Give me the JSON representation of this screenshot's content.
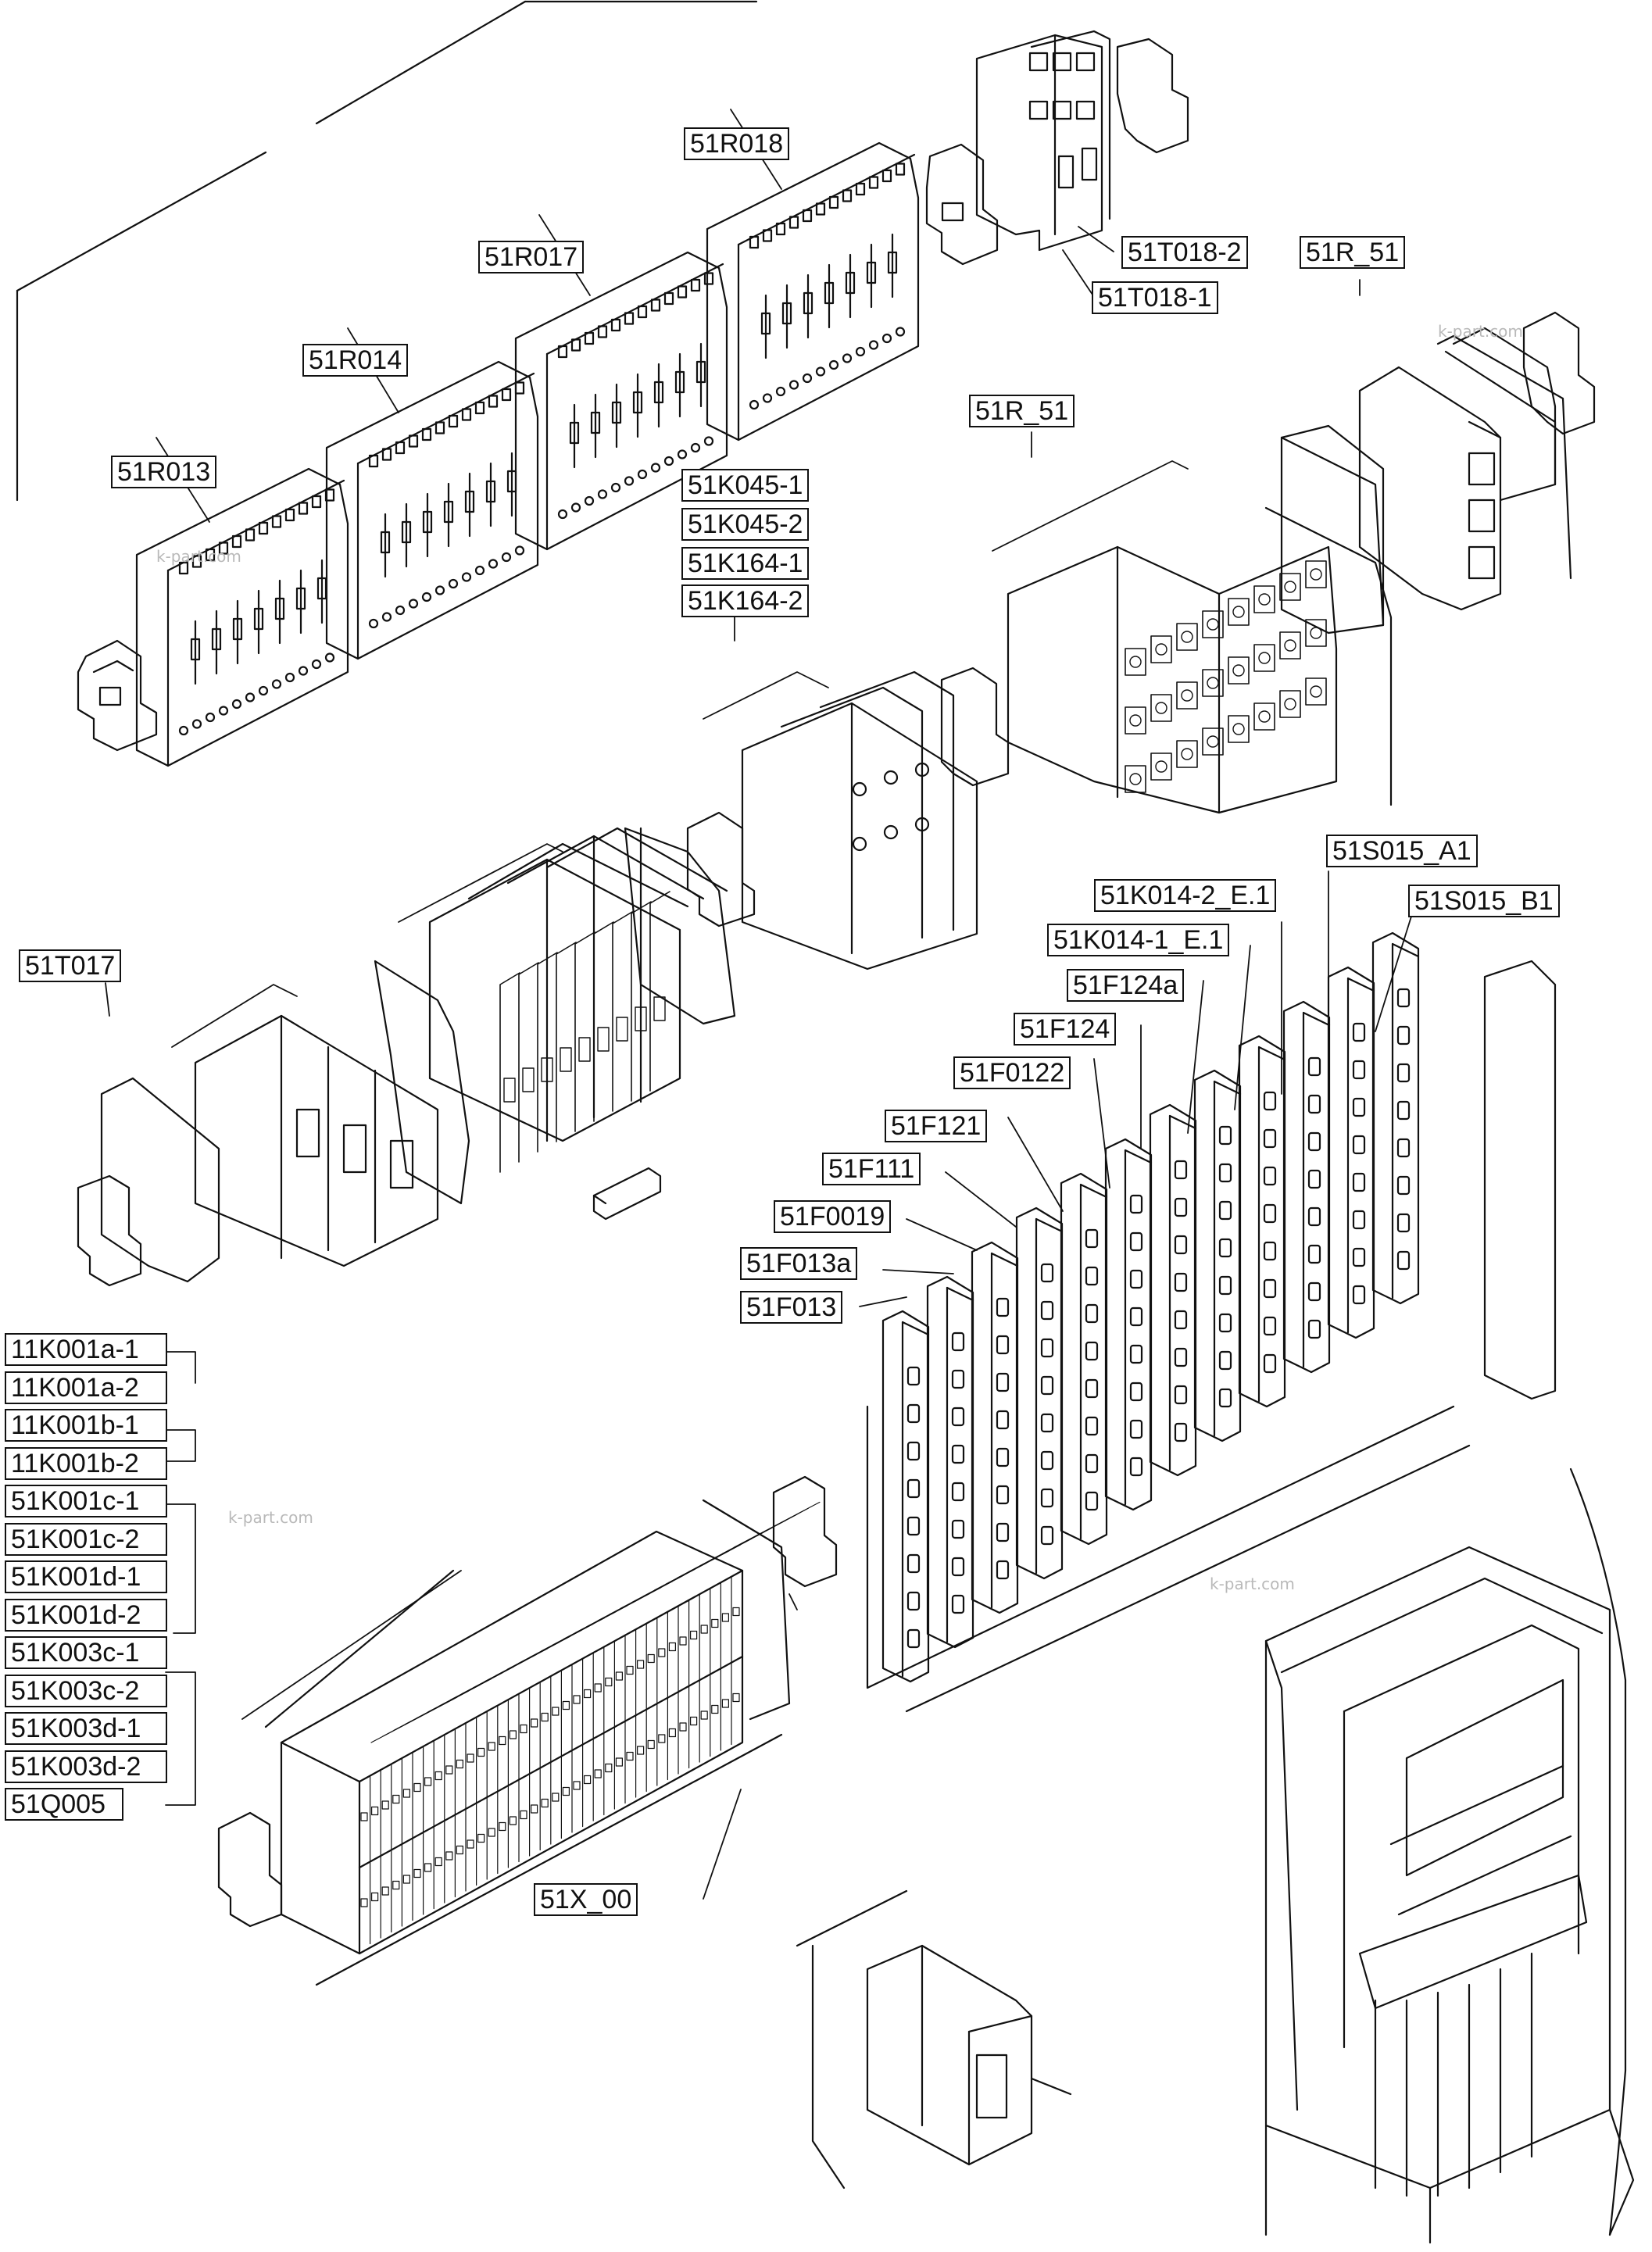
{
  "labels": {
    "r018": "51R018",
    "r017": "51R017",
    "r014": "51R014",
    "r013": "51R013",
    "t018_2": "51T018-2",
    "t018_1": "51T018-1",
    "r51_top": "51R_51",
    "r51_mid": "51R_51",
    "k045_1": "51K045-1",
    "k045_2": "51K045-2",
    "k164_1": "51K164-1",
    "k164_2": "51K164-2",
    "t017": "51T017",
    "s015_a1": "51S015_A1",
    "s015_b1": "51S015_B1",
    "k014_2": "51K014-2_E.1",
    "k014_1": "51K014-1_E.1",
    "f124a": "51F124a",
    "f124": "51F124",
    "f0122": "51F0122",
    "f121": "51F121",
    "f111": "51F111",
    "f0019": "51F0019",
    "f013a": "51F013a",
    "f013": "51F013",
    "x00": "51X_00"
  },
  "left_list": [
    "11K001a-1",
    "11K001a-2",
    "11K001b-1",
    "11K001b-2",
    "51K001c-1",
    "51K001c-2",
    "51K001d-1",
    "51K001d-2",
    "51K003c-1",
    "51K003c-2",
    "51K003d-1",
    "51K003d-2",
    "51Q005"
  ],
  "watermarks": [
    "k-part.com",
    "k-part.com",
    "k-part.com",
    "k-part.com"
  ]
}
